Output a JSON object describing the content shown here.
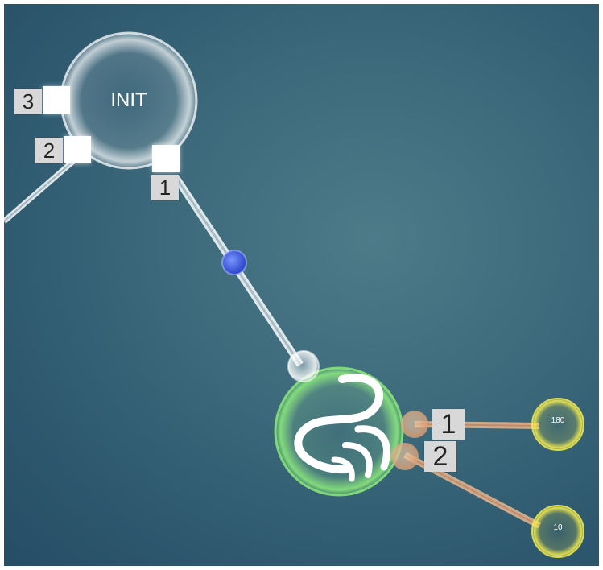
{
  "init_node": {
    "label": "INIT",
    "ports": [
      {
        "number": "3"
      },
      {
        "number": "2"
      },
      {
        "number": "1"
      }
    ]
  },
  "action_node": {
    "icon": "swirl-icon",
    "ports": [
      {
        "number": "1"
      },
      {
        "number": "2"
      }
    ]
  },
  "value_nodes": [
    {
      "value": "180"
    },
    {
      "value": "10"
    }
  ],
  "colors": {
    "background": "#3f6c7d",
    "init_glow": "#ffffff",
    "action_glow": "#8ef07a",
    "value_glow": "#f0e840",
    "connector_dot": "#3b5fe0",
    "link_orange": "#e8b890"
  }
}
